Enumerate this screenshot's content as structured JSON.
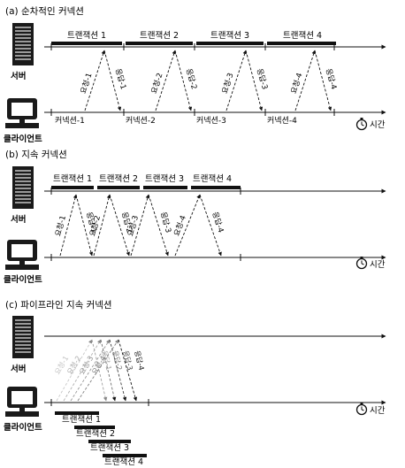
{
  "panels": [
    {
      "key": "a",
      "title": "(a) 순차적인 커넥션",
      "server_label": "서버",
      "client_label": "클라이언트",
      "time_label": "시간",
      "transactions": [
        "트랜잭션 1",
        "트랜잭션 2",
        "트랜잭션 3",
        "트랜잭션 4"
      ],
      "connections": [
        "커넥션-1",
        "커넥션-2",
        "커넥션-3",
        "커넥션-4"
      ],
      "requests": [
        "요청-1",
        "요청-2",
        "요청-3",
        "요청-4"
      ],
      "responses": [
        "응답-1",
        "응답-2",
        "응답-3",
        "응답-4"
      ]
    },
    {
      "key": "b",
      "title": "(b) 지속 커넥션",
      "server_label": "서버",
      "client_label": "클라이언트",
      "time_label": "시간",
      "transactions": [
        "트랜잭션 1",
        "트랜잭션 2",
        "트랜잭션 3",
        "트랜잭션 4"
      ],
      "requests": [
        "요청-1",
        "요청-2",
        "요청-3",
        "요청-4"
      ],
      "responses": [
        "응답-1",
        "응답-2",
        "응답-3",
        "응답-4"
      ]
    },
    {
      "key": "c",
      "title": "(c) 파이프라인 지속 커넥션",
      "server_label": "서버",
      "client_label": "클라이언트",
      "time_label": "시간",
      "transactions": [
        "트랜잭션 1",
        "트랜잭션 2",
        "트랜잭션 3",
        "트랜잭션 4"
      ],
      "requests": [
        "요청-1",
        "요청-2",
        "요청-3",
        "요청-4"
      ],
      "responses": [
        "응답-1",
        "응답-2",
        "응답-3",
        "응답-4"
      ]
    }
  ]
}
